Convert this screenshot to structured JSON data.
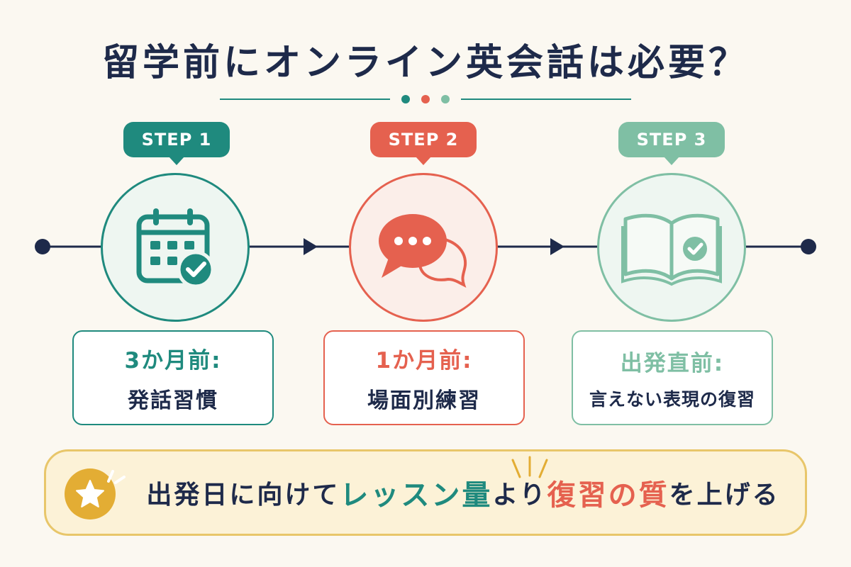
{
  "title": "留学前にオンライン英会話は必要？",
  "colors": {
    "navy": "#1e2a4a",
    "teal": "#1f8a7e",
    "coral": "#e5614f",
    "mint": "#7fbfa4",
    "gold": "#e3ad34",
    "background": "#fbf8f1"
  },
  "steps": [
    {
      "tag": "STEP 1",
      "icon": "calendar-check-icon",
      "when": "3か月前:",
      "what": "発話習慣"
    },
    {
      "tag": "STEP 2",
      "icon": "chat-bubbles-icon",
      "when": "1か月前:",
      "what": "場面別練習"
    },
    {
      "tag": "STEP 3",
      "icon": "open-book-check-icon",
      "when": "出発直前:",
      "what": "言えない表現の復習"
    }
  ],
  "banner": {
    "icon": "star-icon",
    "parts": [
      "出発日に向けて",
      "レッスン量",
      "より",
      "復習の質",
      "を上げる"
    ]
  }
}
